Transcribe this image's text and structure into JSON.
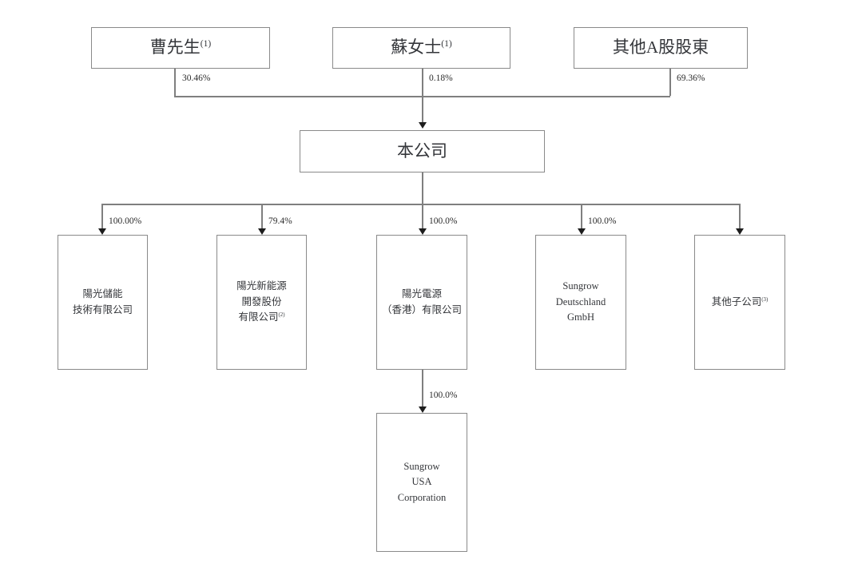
{
  "diagram": {
    "type": "org-chart",
    "title": "",
    "nodes": {
      "cao": {
        "label": "曹先生",
        "footnote": "(1)"
      },
      "su": {
        "label": "蘇女士",
        "footnote": "(1)"
      },
      "other_a_shareholders": {
        "label": "其他A股股東",
        "footnote": ""
      },
      "company": {
        "label": "本公司",
        "footnote": ""
      },
      "sungrow_storage": {
        "label": "陽光儲能\n技術有限公司",
        "footnote": ""
      },
      "sungrow_new_energy": {
        "label": "陽光新能源\n開發股份\n有限公司",
        "footnote": "(2)"
      },
      "sungrow_hk": {
        "label": "陽光電源\n（香港）有限公司",
        "footnote": ""
      },
      "sungrow_deutschland": {
        "label": "Sungrow\nDeutschland\nGmbH",
        "footnote": ""
      },
      "other_subsidiaries": {
        "label": "其他子公司",
        "footnote": "(3)"
      },
      "sungrow_usa": {
        "label": "Sungrow\nUSA\nCorporation",
        "footnote": ""
      }
    },
    "edges": [
      {
        "from": "cao",
        "to": "company",
        "percent": "30.46%"
      },
      {
        "from": "su",
        "to": "company",
        "percent": "0.18%"
      },
      {
        "from": "other_a_shareholders",
        "to": "company",
        "percent": "69.36%"
      },
      {
        "from": "company",
        "to": "sungrow_storage",
        "percent": "100.00%"
      },
      {
        "from": "company",
        "to": "sungrow_new_energy",
        "percent": "79.4%"
      },
      {
        "from": "company",
        "to": "sungrow_hk",
        "percent": "100.0%"
      },
      {
        "from": "company",
        "to": "sungrow_deutschland",
        "percent": "100.0%"
      },
      {
        "from": "company",
        "to": "other_subsidiaries",
        "percent": ""
      },
      {
        "from": "sungrow_hk",
        "to": "sungrow_usa",
        "percent": "100.0%"
      }
    ],
    "colors": {
      "box_border": "#8a8a8a",
      "connector": "#7f7f7f",
      "arrow": "#1d1d1d",
      "text": "#34363a",
      "background": "#ffffff"
    }
  }
}
